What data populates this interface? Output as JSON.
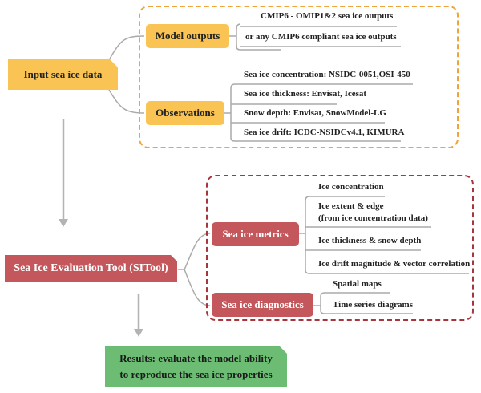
{
  "input": {
    "title": "Input sea ice data",
    "model_outputs": {
      "label": "Model outputs",
      "items": [
        "CMIP6 - OMIP1&2 sea ice outputs",
        "or any CMIP6 compliant sea ice outputs"
      ]
    },
    "observations": {
      "label": "Observations",
      "items": [
        "Sea ice concentration: NSIDC-0051,OSI-450",
        "Sea ice thickness: Envisat, Icesat",
        "Snow depth: Envisat, SnowModel-LG",
        "Sea ice drift: ICDC-NSIDCv4.1, KIMURA"
      ]
    }
  },
  "tool": {
    "title": "Sea Ice Evaluation Tool (SITool)",
    "metrics": {
      "label": "Sea ice metrics",
      "items": [
        "Ice concentration",
        "Ice extent & edge",
        "(from ice concentration data)",
        "Ice thickness & snow depth",
        "Ice drift magnitude & vector correlation"
      ]
    },
    "diagnostics": {
      "label": "Sea ice diagnostics",
      "items": [
        "Spatial maps",
        "Time series diagrams"
      ]
    }
  },
  "results": {
    "line1": "Results: evaluate the model ability",
    "line2": "to reproduce the sea ice properties"
  },
  "colors": {
    "input": "#f9c453",
    "tool": "#c4575b",
    "results": "#6cbd73",
    "dash_orange": "#eea43b",
    "dash_red": "#a8353d",
    "connector": "#aaaaaa"
  }
}
